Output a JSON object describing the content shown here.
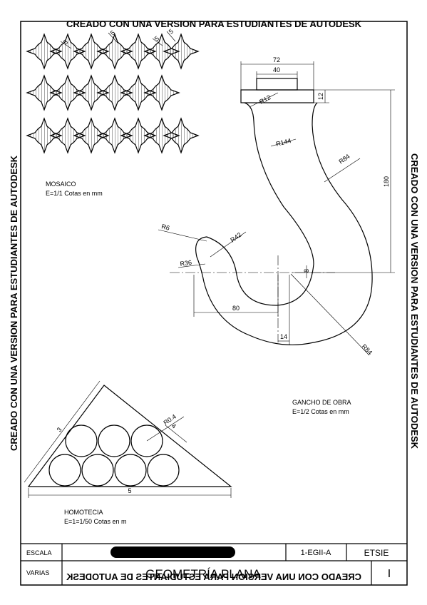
{
  "watermark": "CREADO CON UNA VERSION PARA ESTUDIANTES DE AUTODESK",
  "mosaic": {
    "label": "MOSAICO",
    "scale": "E=1/1 Cotas en mm",
    "dims": [
      "5",
      "5",
      "5",
      "5"
    ]
  },
  "hook": {
    "label": "GANCHO DE OBRA",
    "scale": "E=1/2 Cotas en mm",
    "dims": {
      "top_width": "72",
      "top_inner": "40",
      "flange": "12",
      "r12": "R12",
      "r144": "R144",
      "r84_upper": "R84",
      "height": "180",
      "r6": "R6",
      "r42": "R42",
      "r36": "R36",
      "offset": "8",
      "width80": "80",
      "width14": "14",
      "r84_lower": "R84"
    }
  },
  "homotecia": {
    "label": "HOMOTECIA",
    "scale": "E=1=1/50 Cotas en m",
    "dims": {
      "side_left": "3",
      "radius": "R0.4",
      "side_right": "4",
      "base": "5"
    }
  },
  "title_block": {
    "escala_label": "ESCALA",
    "varias_label": "VARIAS",
    "code": "1-EGII-A",
    "school": "ETSIE",
    "title": "GEOMETRÍA PLANA",
    "sheet_number": "I"
  }
}
